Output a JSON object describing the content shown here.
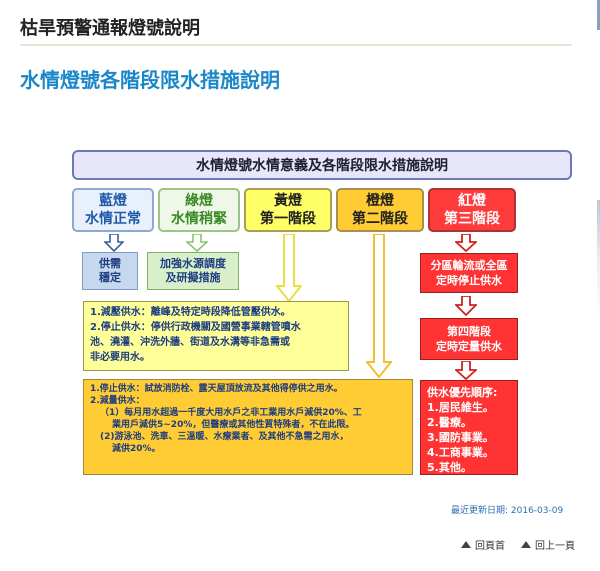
{
  "page_title": "枯旱預警通報燈號說明",
  "section_title": "水情燈號各階段限水措施說明",
  "diagram": {
    "header": "水情燈號水情意義及各階段限水措施說明",
    "levels": [
      {
        "line1": "藍燈",
        "line2": "水情正常"
      },
      {
        "line1": "綠燈",
        "line2": "水情稍緊"
      },
      {
        "line1": "黃燈",
        "line2": "第一階段"
      },
      {
        "line1": "橙燈",
        "line2": "第二階段"
      },
      {
        "line1": "紅燈",
        "line2": "第三階段"
      }
    ],
    "blue_box": {
      "line1": "供需",
      "line2": "穩定"
    },
    "green_box": {
      "line1": "加強水源調度",
      "line2": "及研擬措施"
    },
    "yellow_box_lines": [
      "1.減壓供水：離峰及特定時段降低管壓供水。",
      "2.停止供水：停供行政機關及國營事業轄管噴水",
      "池、澆灌、沖洗外牆、街道及水溝等非急需或",
      "非必要用水。"
    ],
    "orange_box_lines": [
      "1.停止供水：試放消防栓、露天屋頂放流及其他得停供之用水。",
      "2.減量供水：",
      "（1）每月用水超過一千度大用水戶之非工業用水戶減供20%、工",
      "業用戶減供5~20%，但醫療或其他性質特殊者，不在此限。",
      "(2)游泳池、洗車、三溫暖、水療業者、及其他不急需之用水，",
      "減供20%。"
    ],
    "red_box1": {
      "line1": "分區輪流或全區",
      "line2": "定時停止供水"
    },
    "red_box2": {
      "line1": "第四階段",
      "line2": "定時定量供水"
    },
    "red_box3_lines": [
      "供水優先順序:",
      "1.居民維生。",
      "2.醫療。",
      "3.國防事業。",
      "4.工商事業。",
      "5.其他。"
    ]
  },
  "last_updated": "最近更新日期: 2016-03-09",
  "nav": {
    "home": "回頁首",
    "back": "回上一頁"
  },
  "colors": {
    "accent": "#1a87c9",
    "blue": "#1f5aa8",
    "green": "#3a8a24",
    "yellow": "#ffff66",
    "orange": "#ffcc33",
    "red": "#ff3b3b"
  }
}
